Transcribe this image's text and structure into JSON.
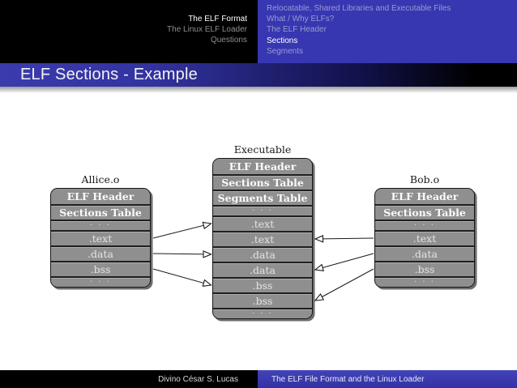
{
  "header": {
    "left_items": [
      {
        "label": "The ELF Format",
        "active": true
      },
      {
        "label": "The Linux ELF Loader",
        "active": false
      },
      {
        "label": "Questions",
        "active": false
      }
    ],
    "right_items": [
      {
        "label": "Relocatable, Shared Libraries and Executable Files",
        "active": false
      },
      {
        "label": "What / Why ELFs?",
        "active": false
      },
      {
        "label": "The ELF Header",
        "active": false
      },
      {
        "label": "Sections",
        "active": true
      },
      {
        "label": "Segments",
        "active": false
      }
    ]
  },
  "title_bar": {
    "title": "ELF Sections - Example"
  },
  "diagram": {
    "boxes": [
      {
        "id": "allice",
        "label": "Allice.o",
        "rows": [
          {
            "text": "ELF Header",
            "kind": "bold"
          },
          {
            "text": "Sections Table",
            "kind": "bold"
          },
          {
            "text": "· · ·",
            "kind": "dots"
          },
          {
            "text": ".text",
            "kind": "normal"
          },
          {
            "text": ".data",
            "kind": "normal"
          },
          {
            "text": ".bss",
            "kind": "normal"
          },
          {
            "text": "· · ·",
            "kind": "dots"
          }
        ]
      },
      {
        "id": "executable",
        "label": "Executable",
        "rows": [
          {
            "text": "ELF Header",
            "kind": "bold"
          },
          {
            "text": "Sections Table",
            "kind": "bold"
          },
          {
            "text": "Segments Table",
            "kind": "bold"
          },
          {
            "text": "· · ·",
            "kind": "dots"
          },
          {
            "text": ".text",
            "kind": "normal"
          },
          {
            "text": ".text",
            "kind": "normal"
          },
          {
            "text": ".data",
            "kind": "normal"
          },
          {
            "text": ".data",
            "kind": "normal"
          },
          {
            "text": ".bss",
            "kind": "normal"
          },
          {
            "text": ".bss",
            "kind": "normal"
          },
          {
            "text": "· · ·",
            "kind": "dots"
          }
        ]
      },
      {
        "id": "bob",
        "label": "Bob.o",
        "rows": [
          {
            "text": "ELF Header",
            "kind": "bold"
          },
          {
            "text": "Sections Table",
            "kind": "bold"
          },
          {
            "text": "· · ·",
            "kind": "dots"
          },
          {
            "text": ".text",
            "kind": "normal"
          },
          {
            "text": ".data",
            "kind": "normal"
          },
          {
            "text": ".bss",
            "kind": "normal"
          },
          {
            "text": "· · ·",
            "kind": "dots"
          }
        ]
      }
    ],
    "arrows": [
      {
        "from": {
          "box": "allice",
          "row": 3
        },
        "to": {
          "box": "executable",
          "row": 4
        }
      },
      {
        "from": {
          "box": "allice",
          "row": 4
        },
        "to": {
          "box": "executable",
          "row": 6
        }
      },
      {
        "from": {
          "box": "allice",
          "row": 5
        },
        "to": {
          "box": "executable",
          "row": 8
        }
      },
      {
        "from": {
          "box": "bob",
          "row": 3
        },
        "to": {
          "box": "executable",
          "row": 5
        }
      },
      {
        "from": {
          "box": "bob",
          "row": 4
        },
        "to": {
          "box": "executable",
          "row": 7
        }
      },
      {
        "from": {
          "box": "bob",
          "row": 5
        },
        "to": {
          "box": "executable",
          "row": 9
        }
      }
    ]
  },
  "footer": {
    "author": "Divino César S. Lucas",
    "title": "The ELF File Format and the Linux Loader"
  },
  "colors": {
    "accent_blue": "#3737b2",
    "box_gray": "#8f8f8f",
    "header_black": "#000000"
  }
}
